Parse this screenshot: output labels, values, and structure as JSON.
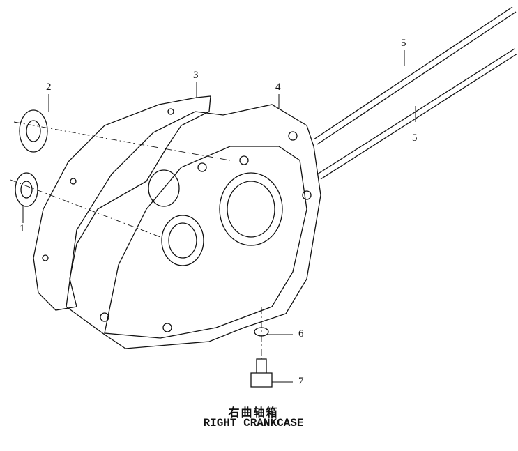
{
  "callouts": [
    "1",
    "2",
    "3",
    "4",
    "5",
    "5",
    "6",
    "7"
  ],
  "caption": {
    "chinese": "右曲轴箱",
    "english": "RIGHT CRANKCASE"
  }
}
